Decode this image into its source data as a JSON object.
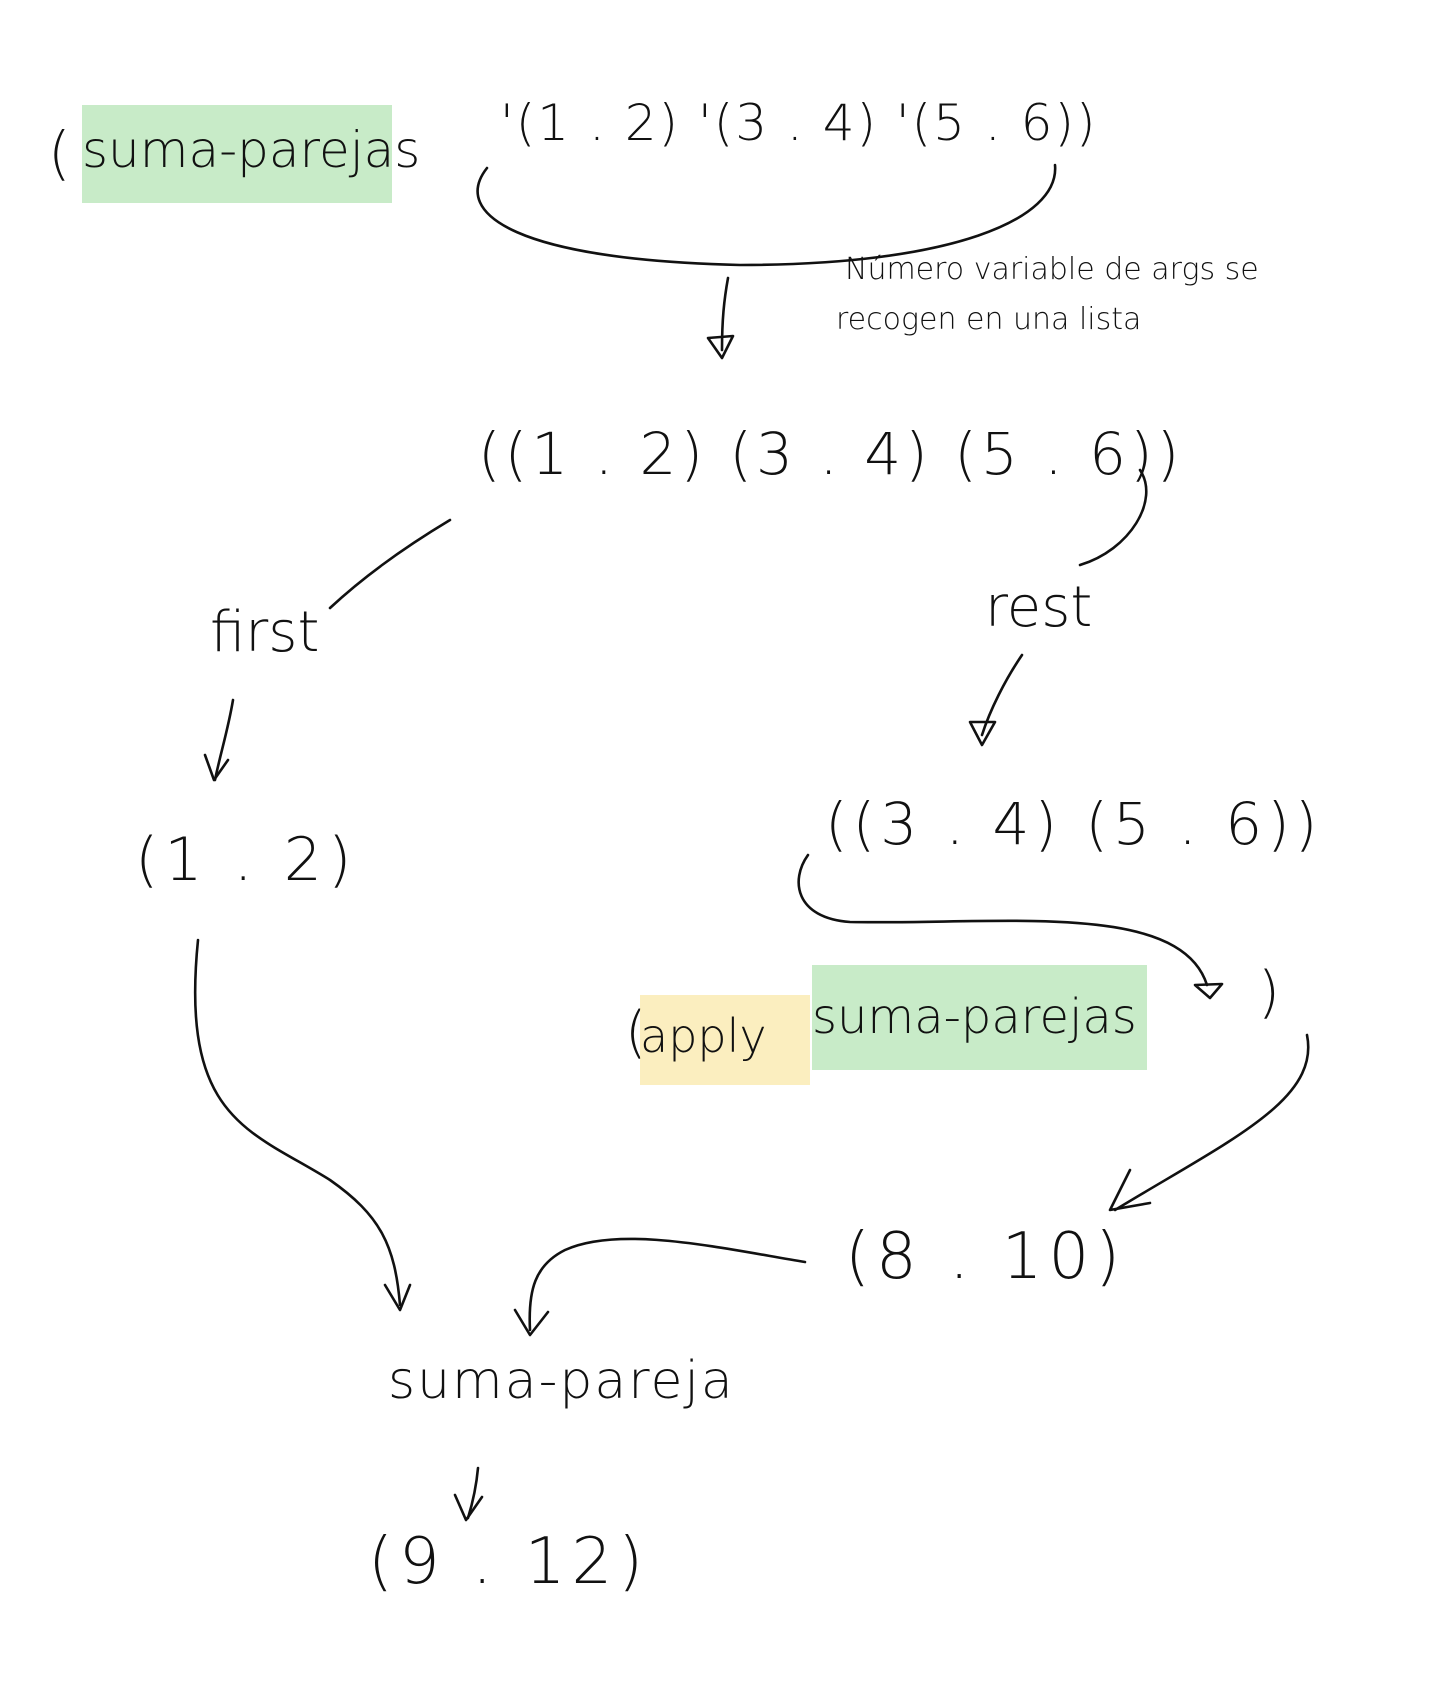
{
  "diagram": {
    "call": {
      "open_paren": "(",
      "function_name": "suma-parejas",
      "args": "'(1 . 2)  '(3 . 4)  '(5 . 6))"
    },
    "annotation": {
      "line1": "Número variable de args se",
      "line2": "recogen en una lista"
    },
    "collected_list": "((1 . 2)  (3 . 4)  (5 . 6))",
    "first_label": "first",
    "rest_label": "rest",
    "first_value": "(1 . 2)",
    "rest_value": "((3 . 4)  (5 . 6))",
    "apply": {
      "open_paren": "(",
      "apply_word": "apply",
      "function_name": "suma-parejas",
      "close_paren": ")"
    },
    "recursive_result": "(8 . 10)",
    "combiner": "suma-pareja",
    "final_result": "(9 . 12)"
  },
  "colors": {
    "ink": "#111111",
    "green_highlight": "#b4e2b4",
    "yellow_highlight": "#f9edc0"
  }
}
